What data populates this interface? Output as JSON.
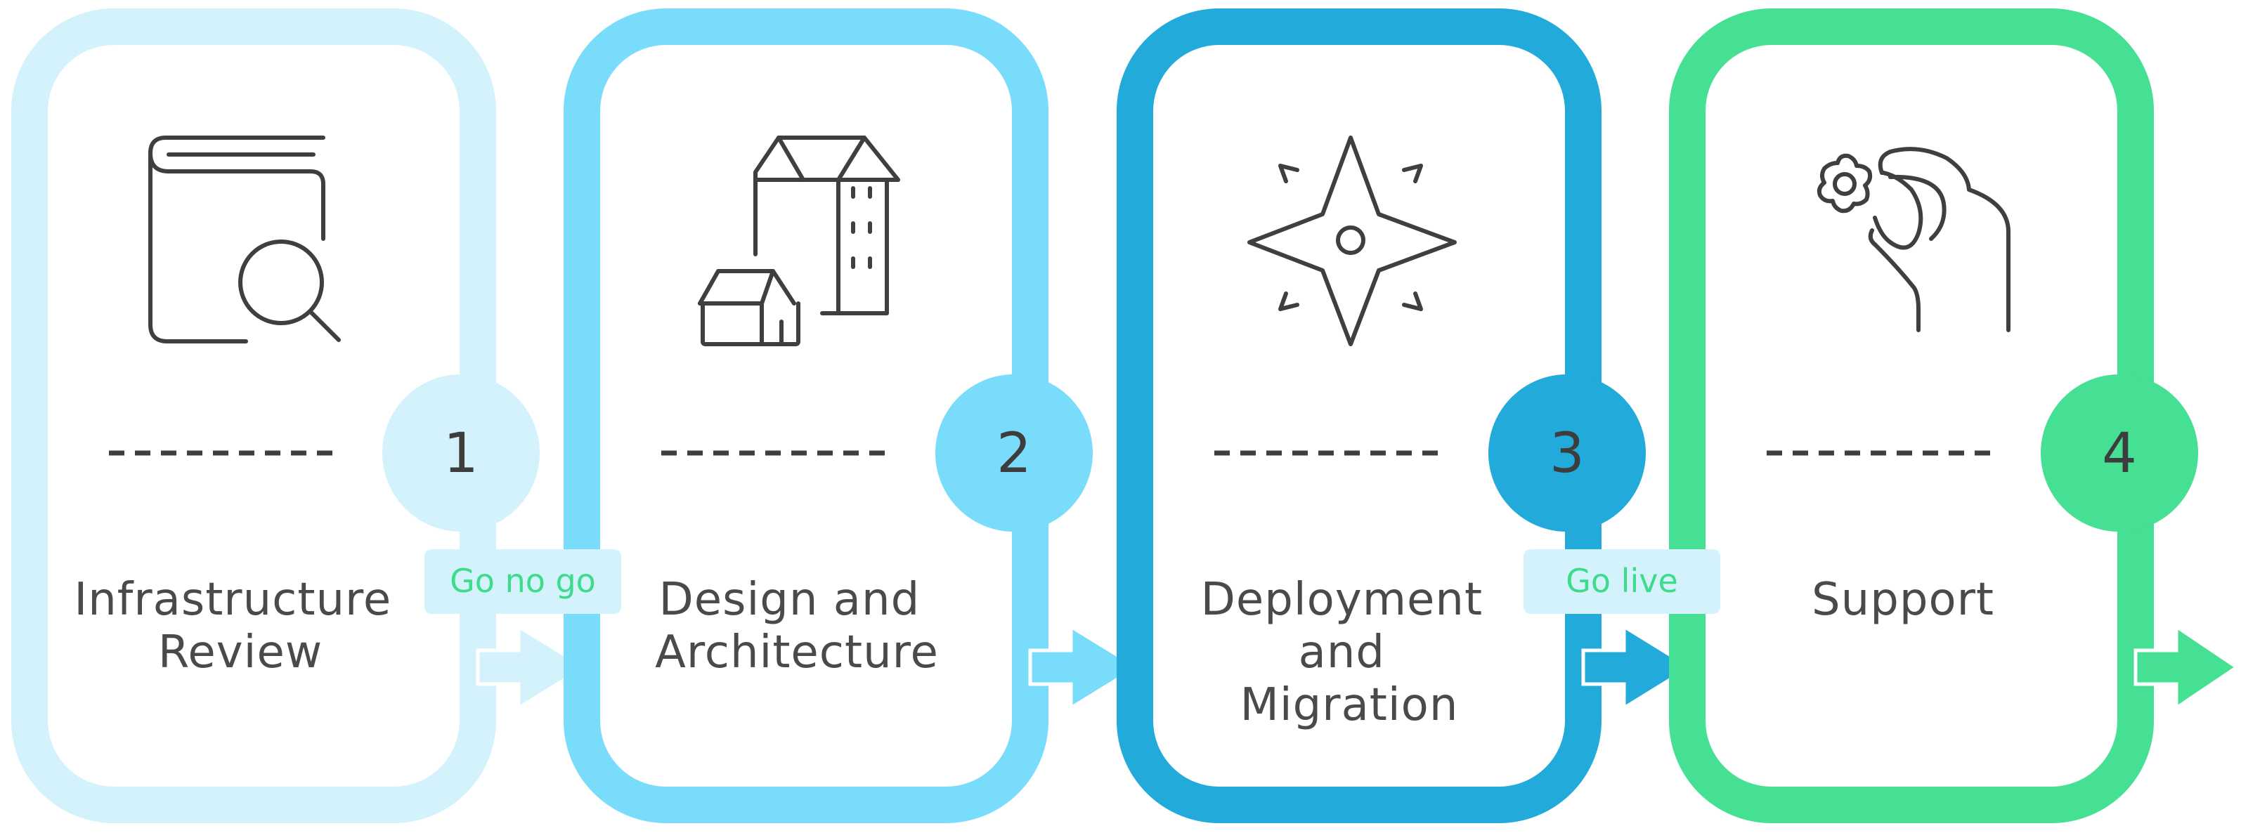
{
  "colors": {
    "step1": "#d3f2fc",
    "step2": "#7adcfb",
    "step3": "#22aadb",
    "step4": "#45e093",
    "tag_fill": "#d3f2fc",
    "tag_text": "#3ddc8a",
    "text": "#4a4a4a"
  },
  "steps": [
    {
      "number": "1",
      "title_lines": [
        "Infrastructure",
        "Review"
      ],
      "icon": "book-search-icon"
    },
    {
      "number": "2",
      "title_lines": [
        "Design and",
        "Architecture"
      ],
      "icon": "buildings-icon"
    },
    {
      "number": "3",
      "title_lines": [
        "Deployment",
        "and",
        "Migration"
      ],
      "icon": "compass-star-icon"
    },
    {
      "number": "4",
      "title_lines": [
        "Support"
      ],
      "icon": "hand-gear-icon"
    }
  ],
  "gates": [
    {
      "label": "Go no go",
      "between": "1-2"
    },
    {
      "label": "Go live",
      "between": "3-4"
    }
  ]
}
